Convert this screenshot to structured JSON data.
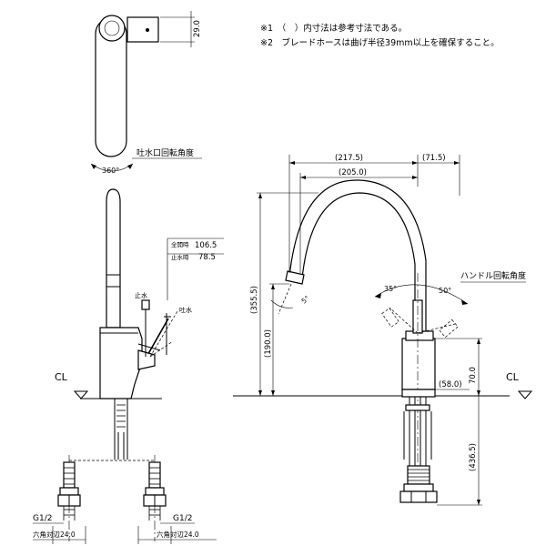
{
  "notes": {
    "note1": "※1　（　）内寸法は参考寸法である。",
    "note2": "※2　ブレードホースは曲げ半径39mm以上を確保すること。"
  },
  "top_view": {
    "dim_height": "29.0",
    "spout_rotation_label": "吐水口回転角度",
    "spout_rotation_angle": "360°"
  },
  "side_view": {
    "open_label": "全開時",
    "open_value": "106.5",
    "stop_label": "止水時",
    "stop_value": "78.5",
    "stop_water": "止水",
    "discharge": "吐水"
  },
  "front_view": {
    "dim_217": "(217.5)",
    "dim_205": "(205.0)",
    "dim_71": "(71.5)",
    "dim_355": "(355.5)",
    "dim_190": "(190.0)",
    "dim_70": "70.0",
    "dim_58": "(58.0)",
    "dim_436": "(436.5)",
    "handle_rotation_label": "ハンドル回転角度",
    "angle_35": "35°",
    "angle_50": "50°",
    "angle_5": "5°"
  },
  "labels": {
    "cl_left": "CL",
    "cl_right": "CL"
  },
  "connectors": {
    "thread_left": "G1/2",
    "thread_right": "G1/2",
    "hex_left": "六角対辺24.0",
    "hex_right": "六角対辺24.0"
  }
}
